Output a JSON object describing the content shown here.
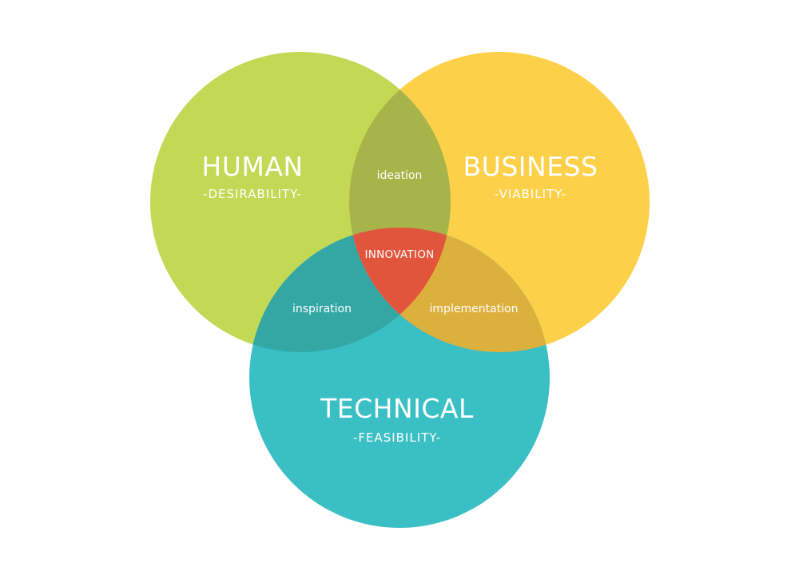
{
  "colors": {
    "human": "#c3d855",
    "business": "#fdd04a",
    "technical": "#3abfc4",
    "human_business": "#a7b44a",
    "human_technical": "#34a7a5",
    "business_technical": "#dcb03d",
    "center": "#e1553d"
  },
  "circles": {
    "human": {
      "title": "HUMAN",
      "subtitle": "-DESIRABILITY-"
    },
    "business": {
      "title": "BUSINESS",
      "subtitle": "-VIABILITY-"
    },
    "technical": {
      "title": "TECHNICAL",
      "subtitle": "-FEASIBILITY-"
    }
  },
  "overlaps": {
    "human_business": "ideation",
    "human_technical": "inspiration",
    "business_technical": "implementation",
    "center": "INNOVATION"
  }
}
